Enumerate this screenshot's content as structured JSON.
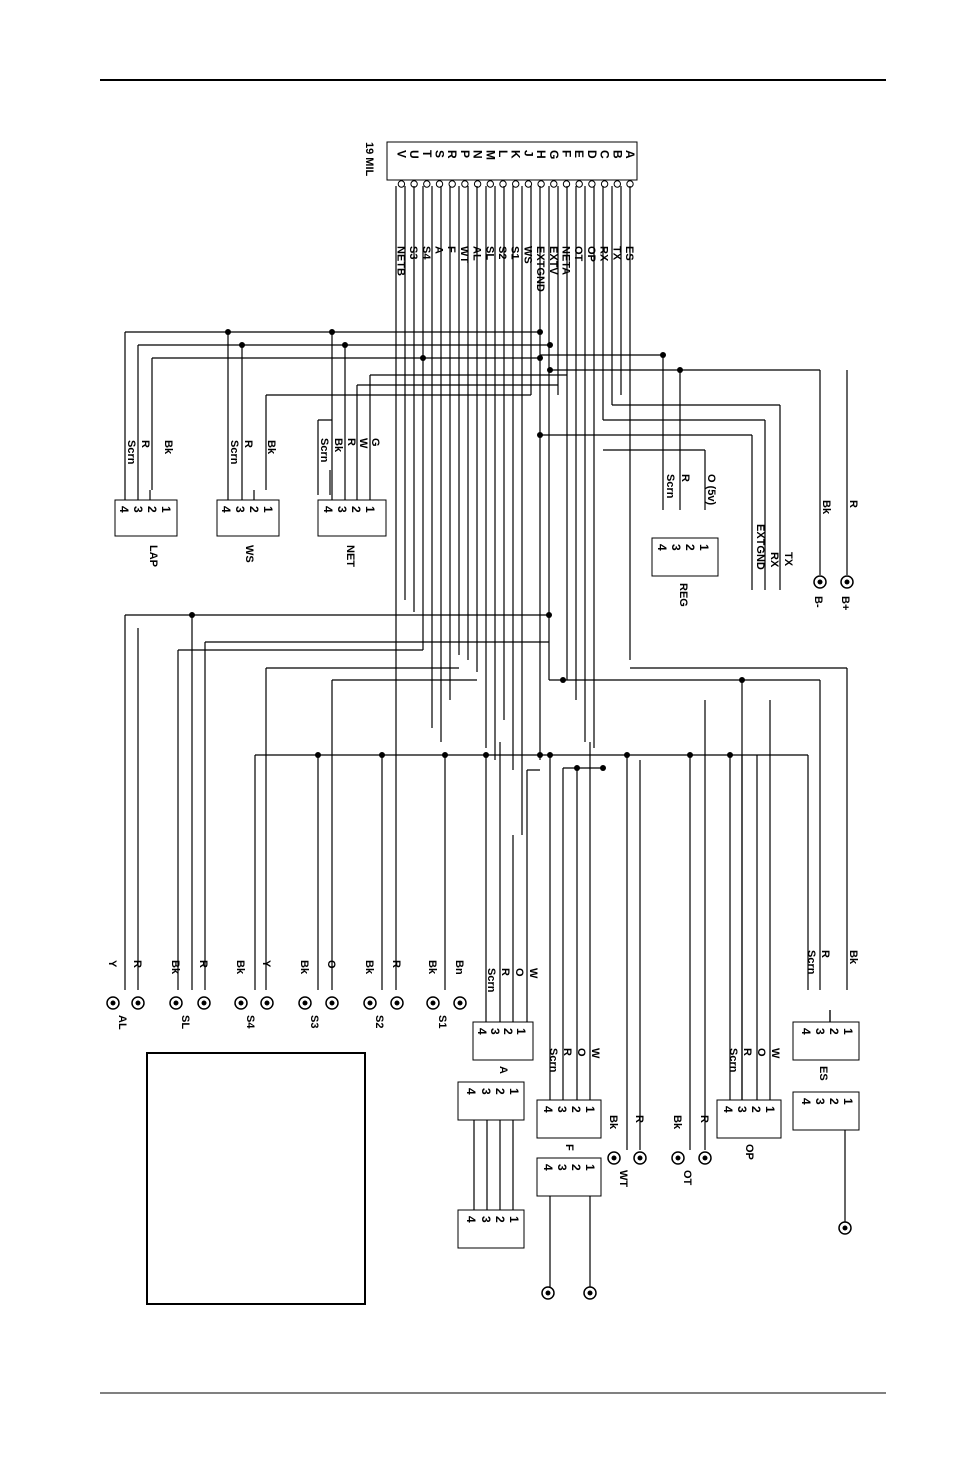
{
  "header_connector": {
    "title": "19 MIL",
    "pins": [
      "A",
      "B",
      "C",
      "D",
      "E",
      "F",
      "G",
      "H",
      "J",
      "K",
      "L",
      "M",
      "N",
      "P",
      "R",
      "S",
      "T",
      "U",
      "V"
    ],
    "signals": [
      "ES",
      "TX",
      "RX",
      "OP",
      "OT",
      "NETA",
      "EXTV",
      "EXTGND",
      "WS",
      "S1",
      "S2",
      "SL",
      "AL",
      "WT",
      "F",
      "A",
      "S4",
      "S3",
      "NETB"
    ]
  },
  "connectors": [
    {
      "id": "LAP",
      "label": "LAP",
      "wires": [
        "Bk",
        "R",
        "Scrn"
      ]
    },
    {
      "id": "WS",
      "label": "WS",
      "wires": [
        "Bk",
        "R",
        "Scrn"
      ]
    },
    {
      "id": "NET",
      "label": "NET",
      "wires": [
        "G",
        "W",
        "R",
        "Bk",
        "Scrn"
      ]
    },
    {
      "id": "REG",
      "label": "REG",
      "wires": [
        "O (5v)",
        "R",
        "Scrn"
      ]
    },
    {
      "id": "A",
      "label": "A",
      "wires": [
        "W",
        "O",
        "R",
        "Scrn"
      ]
    },
    {
      "id": "F",
      "label": "F",
      "wires": [
        "W",
        "O",
        "R",
        "Scrn"
      ]
    },
    {
      "id": "OP",
      "label": "OP",
      "wires": [
        "W",
        "O",
        "R",
        "Scrn"
      ]
    },
    {
      "id": "ES",
      "label": "ES",
      "wires": [
        "Bk",
        "R",
        "Scrn"
      ]
    }
  ],
  "terminals": [
    {
      "label": "B-",
      "wire": "Bk"
    },
    {
      "label": "B+",
      "wire": "R"
    },
    {
      "label": "AL",
      "wires": [
        "Y",
        "R"
      ]
    },
    {
      "label": "SL",
      "wires": [
        "Bk",
        "R"
      ]
    },
    {
      "label": "S4",
      "wires": [
        "Bk",
        "Y"
      ]
    },
    {
      "label": "S3",
      "wires": [
        "Bk",
        "O"
      ]
    },
    {
      "label": "S2",
      "wires": [
        "Bk",
        "R"
      ]
    },
    {
      "label": "S1",
      "wires": [
        "Bk",
        "Bn"
      ]
    },
    {
      "label": "WT",
      "wires": [
        "Bk",
        "R"
      ]
    },
    {
      "label": "OT",
      "wires": [
        "Bk",
        "R"
      ]
    }
  ],
  "reg_side_labels": [
    "TX",
    "RX",
    "EXTGND"
  ],
  "pin_numbers": [
    "1",
    "2",
    "3",
    "4"
  ]
}
